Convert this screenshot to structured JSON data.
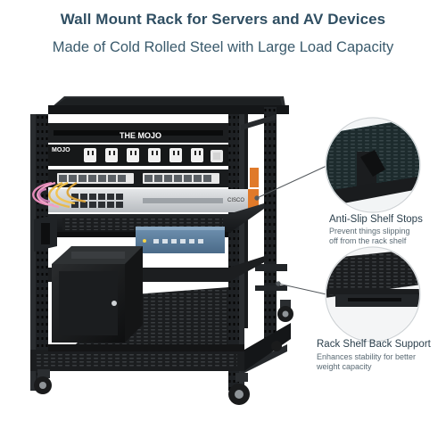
{
  "header": {
    "title": "Wall Mount Rack for Servers and AV Devices",
    "subtitle": "Made of Cold Rolled Steel with Large Load Capacity"
  },
  "rack": {
    "brand_top": "THE MOJO",
    "brand_side": "MOJO",
    "switch_brand": "CISCO"
  },
  "callouts": [
    {
      "title": "Anti-Slip Shelf Stops",
      "description_line1": "Prevent things slipping",
      "description_line2": "off from the rack shelf"
    },
    {
      "title": "Rack Shelf Back Support",
      "description_line1": "Enhances stability for better",
      "description_line2": "weight capacity"
    }
  ],
  "colors": {
    "title": "#2f4e62",
    "rack_metal": "#1e2124",
    "accent_orange": "#e07a2a",
    "callout_circle": "#222426"
  }
}
